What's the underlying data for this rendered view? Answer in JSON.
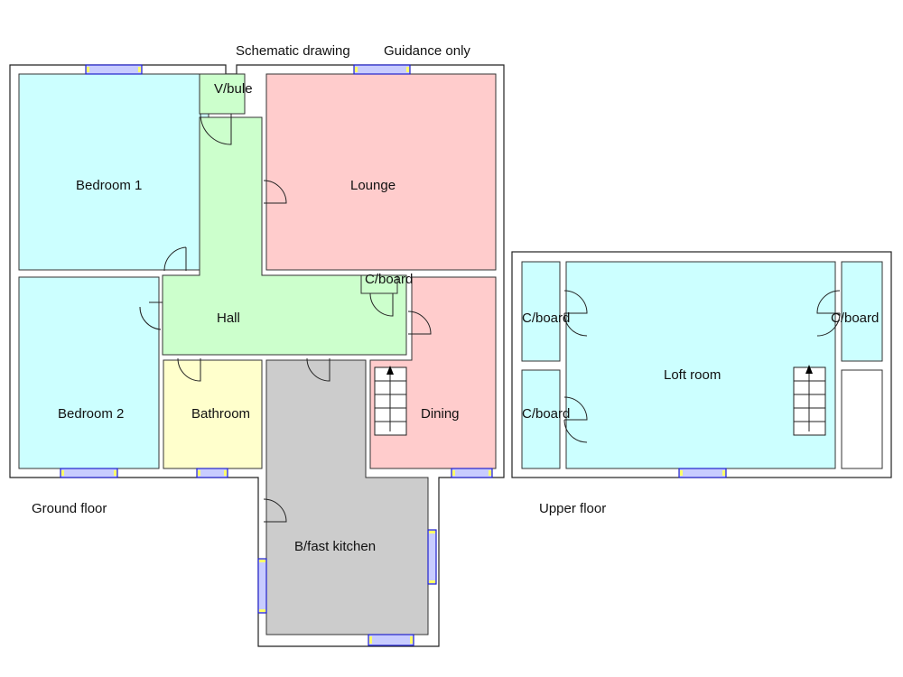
{
  "header": {
    "note_left": "Schematic drawing",
    "note_right": "Guidance only"
  },
  "ground_floor": {
    "label": "Ground floor",
    "rooms": [
      {
        "name": "Bedroom 1",
        "color": "#ccffff"
      },
      {
        "name": "Bedroom 2",
        "color": "#ccffff"
      },
      {
        "name": "V/bule",
        "color": "#ccffcc"
      },
      {
        "name": "Hall",
        "color": "#ccffcc"
      },
      {
        "name": "Lounge",
        "color": "#ffcccc"
      },
      {
        "name": "C/board",
        "color": "#ccffcc"
      },
      {
        "name": "Dining",
        "color": "#ffcccc"
      },
      {
        "name": "Bathroom",
        "color": "#ffffcc"
      },
      {
        "name": "B/fast kitchen",
        "color": "#cccccc"
      }
    ]
  },
  "upper_floor": {
    "label": "Upper floor",
    "rooms": [
      {
        "name": "Loft room",
        "color": "#ccffff"
      },
      {
        "name": "C/board",
        "color": "#ccffff"
      },
      {
        "name": "C/board",
        "color": "#ccffff"
      },
      {
        "name": "C/board",
        "color": "#ccffff"
      }
    ]
  }
}
